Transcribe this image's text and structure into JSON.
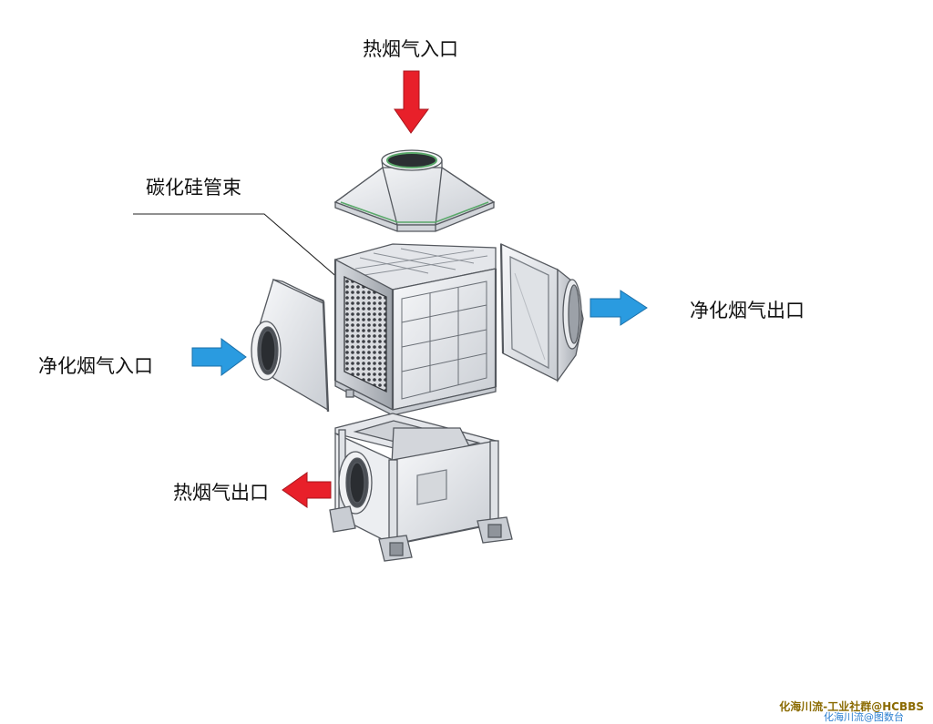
{
  "labels": {
    "hot_gas_inlet": "热烟气入口",
    "sic_tube_bundle": "碳化硅管束",
    "clean_gas_inlet": "净化烟气入口",
    "clean_gas_outlet": "净化烟气出口",
    "hot_gas_outlet": "热烟气出口"
  },
  "watermark": {
    "line1": "化海川流-工业社群@HCBBS",
    "line2": "化海川流@图数台"
  },
  "colors": {
    "hot_arrow": "#e8202a",
    "clean_arrow": "#2a9be0",
    "steel_fill": "#eef0f3",
    "steel_stroke": "#55595f",
    "flange_green": "#5aa86a"
  }
}
